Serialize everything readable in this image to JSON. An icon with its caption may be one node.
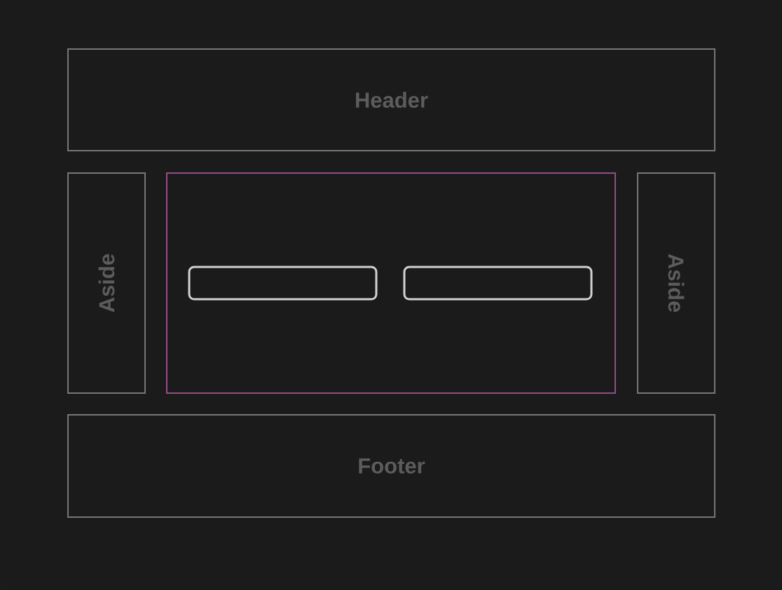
{
  "diagram": {
    "nodes": [
      {
        "text": [
          "Header"
        ]
      },
      {
        "text": [
          "Aside"
        ]
      },
      {
        "text": [],
        "shape": "box"
      },
      {
        "text": [],
        "shape": "box",
        "in": 2
      },
      {
        "text": [],
        "shape": "box",
        "in": 2
      },
      {
        "text": [
          "Aside"
        ]
      },
      {
        "text": [
          "Footer"
        ]
      }
    ]
  }
}
